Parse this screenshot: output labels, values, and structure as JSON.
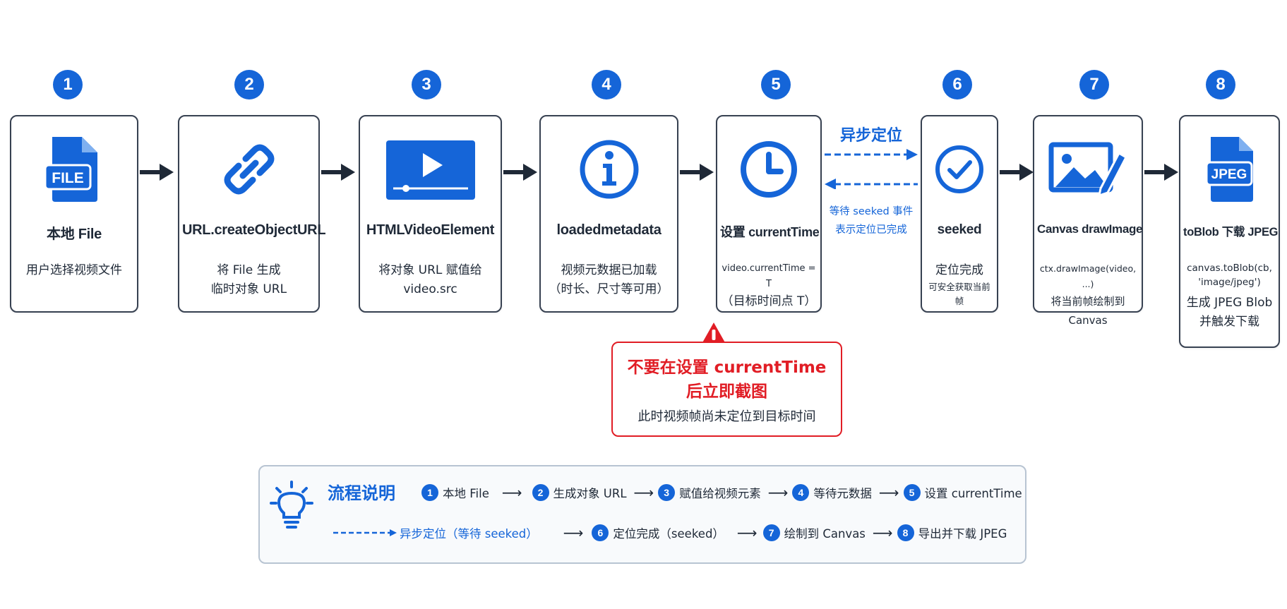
{
  "steps": [
    {
      "num": "1",
      "title": "本地 File",
      "desc": [
        "用户选择视频文件"
      ],
      "icon": "file-icon",
      "icon_text": "FILE"
    },
    {
      "num": "2",
      "title": "URL.createObjectURL",
      "desc": [
        "将 File 生成",
        "临时对象 URL"
      ],
      "icon": "link-icon"
    },
    {
      "num": "3",
      "title": "HTMLVideoElement",
      "desc": [
        "将对象 URL 赋值给",
        "video.src"
      ],
      "icon": "video-player-icon"
    },
    {
      "num": "4",
      "title": "loadedmetadata",
      "desc": [
        "视频元数据已加载",
        "（时长、尺寸等可用）"
      ],
      "icon": "info-icon"
    },
    {
      "num": "5",
      "title": "设置 currentTime",
      "code": "video.currentTime = T",
      "desc": [
        "（目标时间点 T）"
      ],
      "icon": "clock-icon"
    },
    {
      "num": "6",
      "title": "seeked",
      "desc": [
        "定位完成"
      ],
      "small": "可安全获取当前帧",
      "icon": "check-circle-icon"
    },
    {
      "num": "7",
      "title": "Canvas drawImage",
      "code": "ctx.drawImage(video, ...)",
      "desc": [
        "将当前帧绘制到 Canvas"
      ],
      "icon": "image-edit-icon"
    },
    {
      "num": "8",
      "title": "toBlob 下载 JPEG",
      "code1": "canvas.toBlob(cb,",
      "code2": "'image/jpeg')",
      "desc": [
        "生成 JPEG Blob",
        "并触发下载"
      ],
      "icon": "jpeg-file-icon",
      "icon_text": "JPEG"
    }
  ],
  "async": {
    "label": "异步定位",
    "wait_line1": "等待 seeked 事件",
    "wait_line2": "表示定位已完成"
  },
  "warning": {
    "line1": "不要在设置 currentTime",
    "line2": "后立即截图",
    "line3": "此时视频帧尚未定位到目标时间"
  },
  "legend": {
    "title": "流程说明",
    "row1": [
      {
        "num": "1",
        "text": "本地 File"
      },
      {
        "num": "2",
        "text": "生成对象 URL"
      },
      {
        "num": "3",
        "text": "赋值给视频元素"
      },
      {
        "num": "4",
        "text": "等待元数据"
      },
      {
        "num": "5",
        "text": "设置 currentTime"
      }
    ],
    "row2_async": "异步定位（等待 seeked）",
    "row2": [
      {
        "num": "6",
        "text": "定位完成（seeked）"
      },
      {
        "num": "7",
        "text": "绘制到 Canvas"
      },
      {
        "num": "8",
        "text": "导出并下载 JPEG"
      }
    ]
  },
  "colors": {
    "accent": "#1565d8",
    "warning": "#e11d25",
    "border": "#374151"
  }
}
